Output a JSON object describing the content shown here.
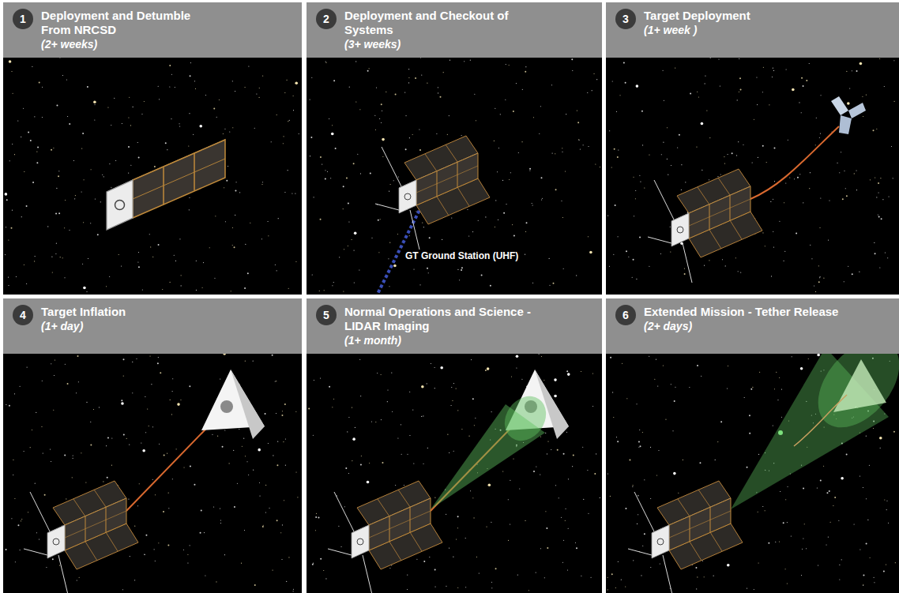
{
  "diagram": {
    "nodes": [
      {
        "text": [
          "Deployment and Detumble From NRCSD",
          "(2+ weeks)"
        ]
      },
      {
        "text": [
          "1"
        ],
        "in": 0
      },
      {
        "text": [
          "Deployment and Checkout of Systems",
          "(3+ weeks)"
        ]
      },
      {
        "text": [
          "2"
        ],
        "in": 2
      },
      {
        "text": [
          "Target Deployment",
          "(1+ week )"
        ]
      },
      {
        "text": [
          "3"
        ],
        "in": 4
      },
      {
        "text": [
          "Target Inflation",
          "(1+ day)"
        ]
      },
      {
        "text": [
          "4"
        ],
        "in": 6
      },
      {
        "text": [
          "Normal Operations and Science - LIDAR Imaging",
          "(1+ month)"
        ]
      },
      {
        "text": [
          "5"
        ],
        "in": 8
      },
      {
        "text": [
          "Extended Mission - Tether Release",
          "(2+ days)"
        ]
      },
      {
        "text": [
          "6"
        ],
        "in": 10
      }
    ],
    "labels": [
      "GT Ground Station (UHF)"
    ]
  }
}
